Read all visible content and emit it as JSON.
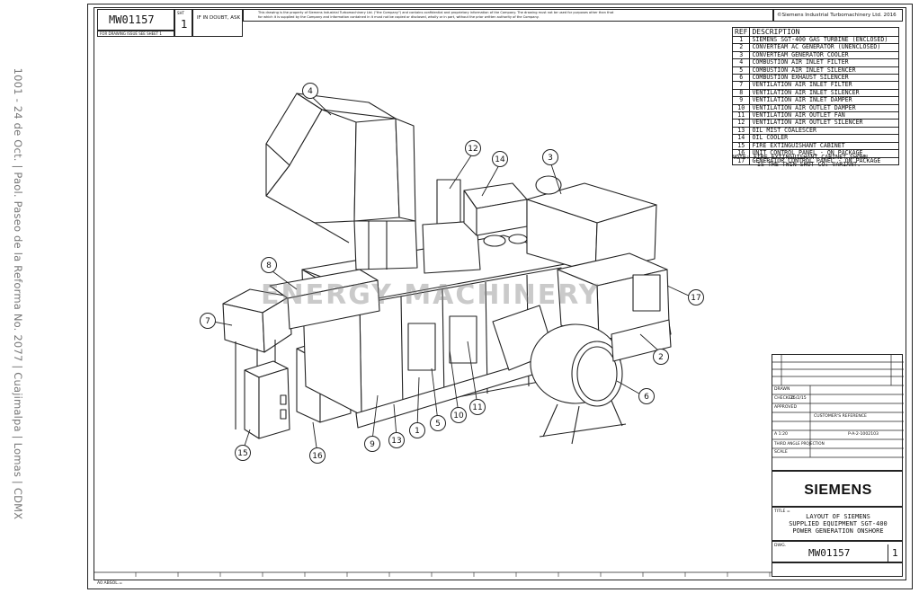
{
  "side_caption": "1001 - 24 de Oct. | Paol. Paseo de la Reforma No. 2077 | Cuajimalpa | Lomas | CDMX",
  "header": {
    "drawing_number": "MW01157",
    "sheet_label": "SHT",
    "sheet_value": "1",
    "doubt_note": "IF IN DOUBT, ASK",
    "sub_label": "FOR DRAWING ISSUE SEE SHEET 1",
    "confidential_line1": "This drawing is the property of Siemens Industrial Turbomachinery Ltd. (\"the Company\") and contains confidential and proprietary information of the Company. The drawing must not be used for purposes other than that",
    "confidential_line2": "for which it is supplied by the Company and information contained in it must not be copied or disclosed, wholly or in part, without the prior written authority of the Company.",
    "copyright": "©Siemens Industrial Turbomachinery Ltd. 2016"
  },
  "ref_table": {
    "col_ref": "REF",
    "col_desc": "DESCRIPTION",
    "rows": [
      {
        "ref": "1",
        "desc": "SIEMENS SGT-400 GAS TURBINE (ENCLOSED)"
      },
      {
        "ref": "2",
        "desc": "CONVERTEAM AC GENERATOR (UNENCLOSED)"
      },
      {
        "ref": "3",
        "desc": "CONVERTEAM GENERATOR COOLER"
      },
      {
        "ref": "4",
        "desc": "COMBUSTION AIR INLET FILTER"
      },
      {
        "ref": "5",
        "desc": "COMBUSTION AIR INLET SILENCER"
      },
      {
        "ref": "6",
        "desc": "COMBUSTION EXHAUST SILENCER"
      },
      {
        "ref": "7",
        "desc": "VENTILATION AIR INLET FILTER"
      },
      {
        "ref": "8",
        "desc": "VENTILATION AIR INLET SILENCER"
      },
      {
        "ref": "9",
        "desc": "VENTILATION AIR INLET DAMPER"
      },
      {
        "ref": "10",
        "desc": "VENTILATION AIR OUTLET DAMPER"
      },
      {
        "ref": "11",
        "desc": "VENTILATION AIR OUTLET FAN"
      },
      {
        "ref": "12",
        "desc": "VENTILATION AIR OUTLET SILENCER"
      },
      {
        "ref": "13",
        "desc": "OIL MIST COALESCER"
      },
      {
        "ref": "14",
        "desc": "OIL COOLER"
      },
      {
        "ref": "15",
        "desc": "FIRE EXTINGUISHANT CABINET"
      },
      {
        "ref": "16",
        "desc": "UNIT CONTROL PANEL - ON PACKAGE"
      },
      {
        "ref": "17",
        "desc": "GENERATOR CONTROL PANEL - ON PACKAGE"
      }
    ]
  },
  "note": {
    "line1": "NOTE: FIRE EXTINGUISHANT CABINET SHOWN",
    "line2": "IS THE TWIN SHOT CO₂ VARIANT."
  },
  "watermark": "ENERGY MACHINERY",
  "callouts": [
    "1",
    "2",
    "3",
    "4",
    "5",
    "6",
    "7",
    "8",
    "9",
    "10",
    "11",
    "12",
    "13",
    "14",
    "15",
    "16",
    "17"
  ],
  "title_block": {
    "brand": "SIEMENS",
    "title_label": "TITLE =",
    "title_line1": "LAYOUT OF SIEMENS",
    "title_line2": "SUPPLIED EQUIPMENT SGT-400",
    "title_line3": "POWER GENERATION ONSHORE",
    "dwg_label": "DWG.",
    "dwg_number": "MW01157",
    "sheet_value": "1",
    "approved": "APPROVED",
    "customer_ref": "CUSTOMER'S REFERENCE",
    "scale": "SCALE",
    "third_angle": "THIRD ANGLE PROJECTION",
    "drawn": "DRAWN",
    "checked": "CHECKED",
    "date": "25/2/15",
    "original_size": "A 1:20",
    "project": "P-A-2-1002103"
  },
  "footer": {
    "a0": "A0 ABSOL.="
  },
  "colors": {
    "ink": "#222222",
    "watermark": "#8a8a8a",
    "background": "#ffffff"
  }
}
